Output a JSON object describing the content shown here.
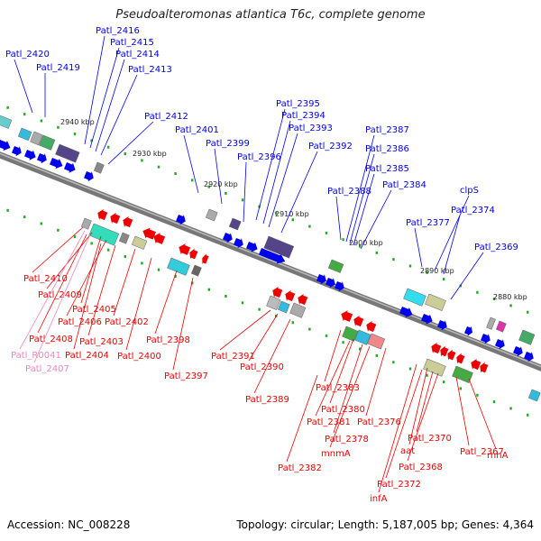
{
  "title": "Pseudoalteromonas atlantica T6c, complete genome",
  "footer": {
    "accession": "Accession: NC_008228",
    "summary": "Topology: circular; Length: 5,187,005 bp; Genes: 4,364"
  },
  "colors": {
    "plus_strand": "#0000ee",
    "minus_strand": "#ee0000",
    "rna_gene": "#ee88bb",
    "backbone": "#777777",
    "tick": "#22aa22"
  },
  "scale_labels": [
    "2940 kbp",
    "2930 kbp",
    "2920 kbp",
    "2910 kbp",
    "2900 kbp",
    "2890 kbp",
    "2880 kbp"
  ],
  "plus_labels": [
    "Patl_2420",
    "Patl_2419",
    "Patl_2416",
    "Patl_2415",
    "Patl_2414",
    "Patl_2413",
    "Patl_2412",
    "Patl_2401",
    "Patl_2399",
    "Patl_2396",
    "Patl_2395",
    "Patl_2394",
    "Patl_2393",
    "Patl_2392",
    "Patl_2388",
    "Patl_2387",
    "Patl_2386",
    "Patl_2385",
    "Patl_2384",
    "clpS",
    "Patl_2374",
    "Patl_2377",
    "Patl_2369"
  ],
  "minus_labels": [
    "Patl_2410",
    "Patl_2409",
    "Patl_2405",
    "Patl_2406",
    "Patl_2402",
    "Patl_2403",
    "Patl_2408",
    "Patl_2404",
    "Patl_2400",
    "Patl_2398",
    "Patl_2397",
    "Patl_2391",
    "Patl_2390",
    "Patl_2389",
    "Patl_2383",
    "Patl_2380",
    "Patl_2381",
    "Patl_2378",
    "mnmA",
    "Patl_2376",
    "Patl_2382",
    "Patl_2370",
    "aat",
    "Patl_2368",
    "Patl_2367",
    "rnhA",
    "Patl_2372",
    "infA"
  ],
  "rna_labels": [
    "Patl_R0041",
    "Patl_2407"
  ]
}
